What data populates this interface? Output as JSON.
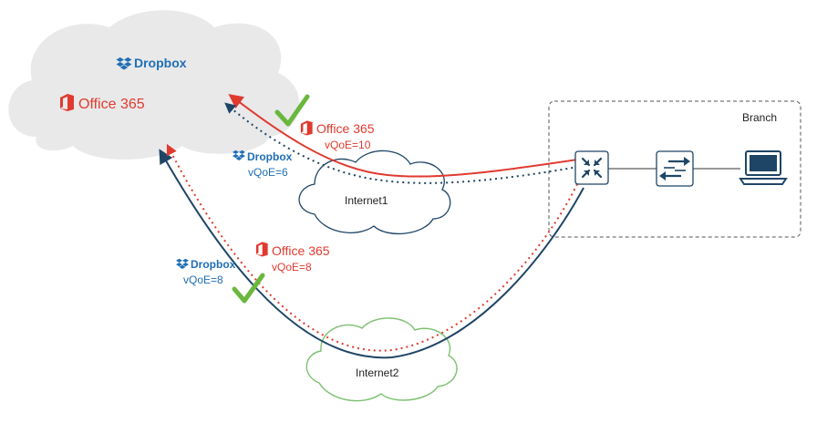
{
  "diagram": {
    "colors": {
      "office": "#e03a2f",
      "dropbox": "#1f6fb5",
      "navy": "#1f4566",
      "check": "#6ab73e",
      "cloud_gray": "#e9e9e9",
      "internet2_border": "#7cc070",
      "internet1_border": "#1f4566"
    },
    "cloud": {
      "dropbox": "Dropbox",
      "office": "Office 365"
    },
    "internet1": {
      "label": "Internet1",
      "office_label": "Office 365",
      "office_vqoe": "vQoE=10",
      "dropbox_label": "Dropbox",
      "dropbox_vqoe": "vQoE=6"
    },
    "internet2": {
      "label": "Internet2",
      "office_label": "Office 365",
      "office_vqoe": "vQoE=8",
      "dropbox_label": "Dropbox",
      "dropbox_vqoe": "vQoE=8"
    },
    "branch": {
      "label": "Branch"
    },
    "icons": {
      "router": "router-icon",
      "switch": "switch-icon",
      "laptop": "laptop-icon",
      "check": "checkmark-icon",
      "office": "office-365-icon",
      "dropbox": "dropbox-icon"
    }
  }
}
